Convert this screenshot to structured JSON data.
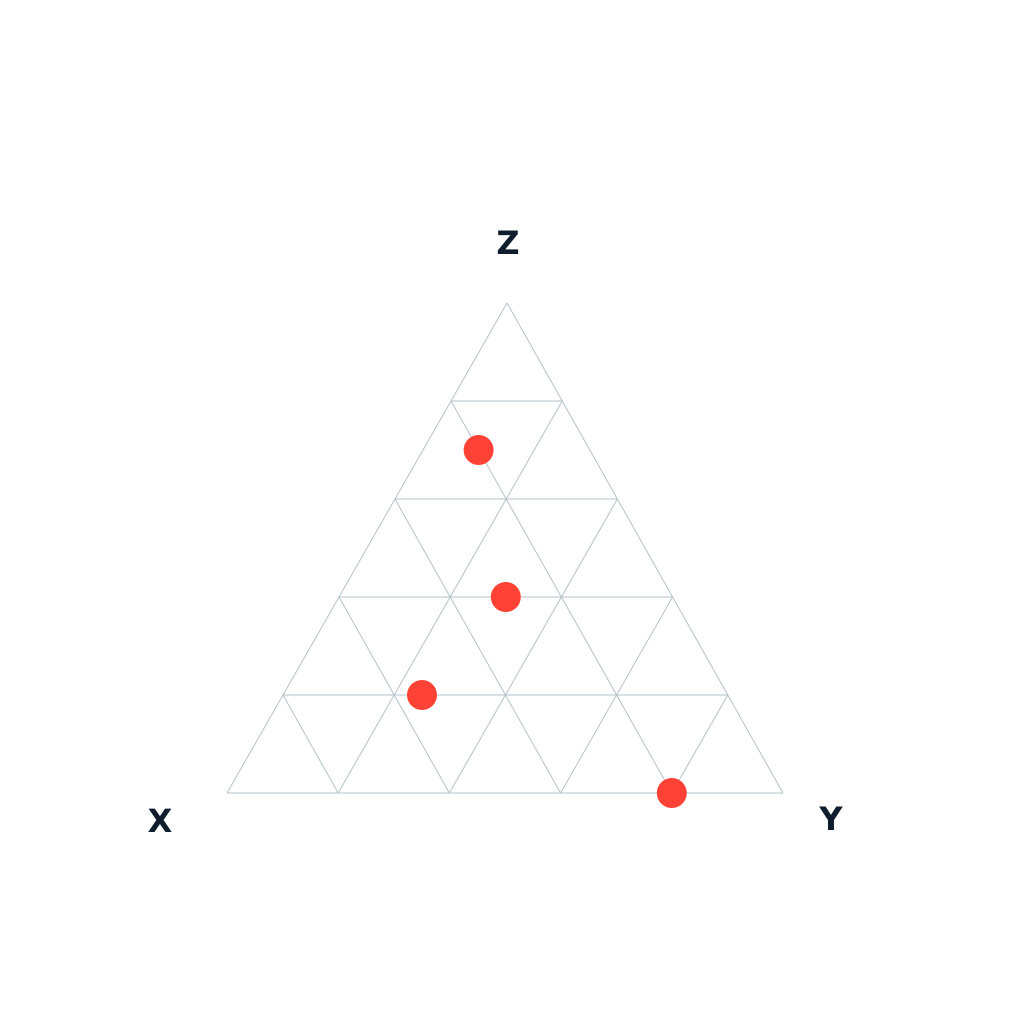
{
  "chart_data": {
    "type": "scatter",
    "subtype": "ternary",
    "axes": {
      "x_label": "X",
      "y_label": "Y",
      "z_label": "Z"
    },
    "grid_divisions": 5,
    "grid": true,
    "colors": {
      "marker": "#ff4136",
      "grid": "#b4c3c8",
      "label": "#0f1d2e"
    },
    "series": [
      {
        "points": [
          {
            "x": 0.3,
            "y": 0.3,
            "z": 0.4
          },
          {
            "x": 0.55,
            "y": 0.25,
            "z": 0.2
          },
          {
            "x": 0.2,
            "y": 0.1,
            "z": 0.7
          },
          {
            "x": 0.2,
            "y": 0.8,
            "z": 0.0
          }
        ]
      }
    ]
  }
}
